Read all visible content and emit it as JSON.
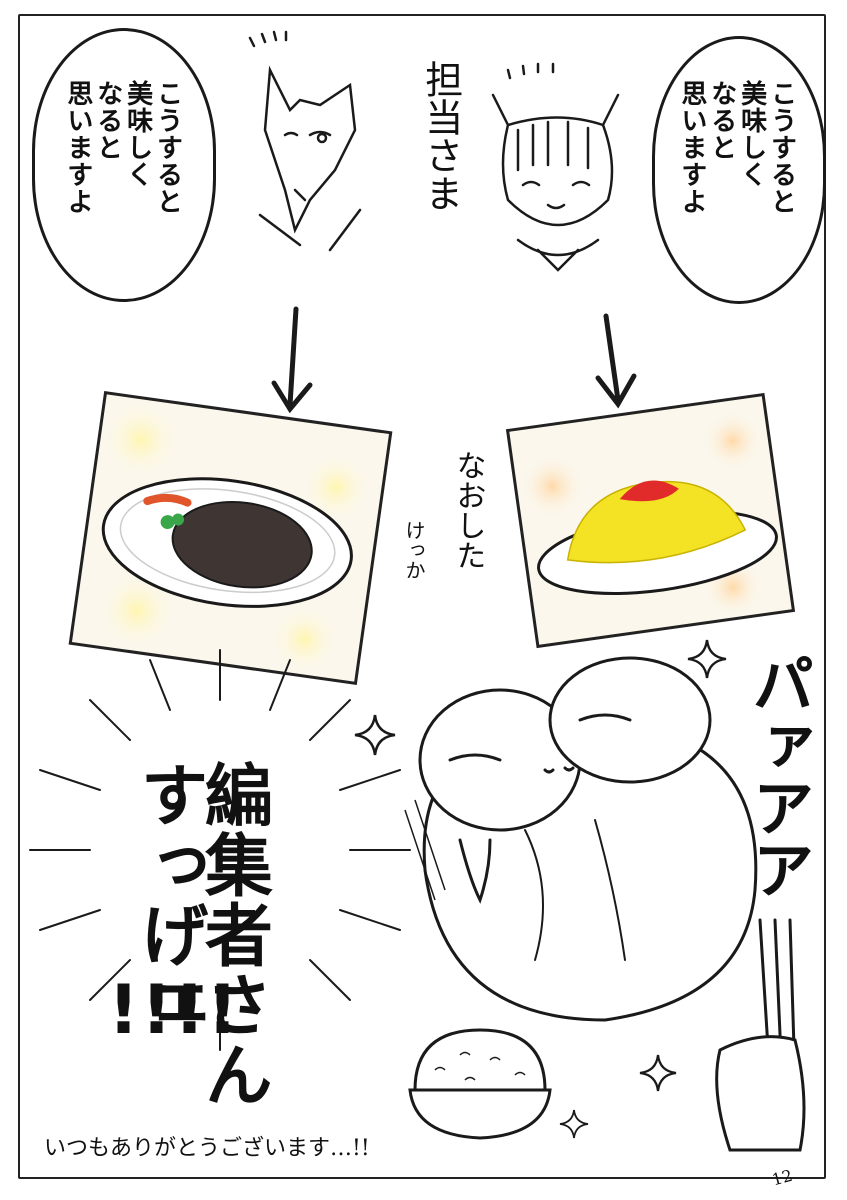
{
  "bubbles": {
    "left": [
      "こうすると",
      "美味しく",
      "なると",
      "思いますよ"
    ],
    "right": [
      "こうすると",
      "美味しく",
      "なると",
      "思いますよ"
    ]
  },
  "captions": {
    "tantou": "担当さま",
    "naoshita": "なおした",
    "kekka": "けっか",
    "pa": "パァアア",
    "main_col1": "編集者さん",
    "main_col2": "すっげェ",
    "exclaim": "!!!!",
    "footer": "いつもありがとうございます…!!",
    "page_number": "12"
  },
  "colors": {
    "ink": "#1a1a1a",
    "plate": "#ffffff",
    "hamburg": "#3f3633",
    "omelet": "#f4e224",
    "ketchup": "#e12a2a",
    "glow": "#fff1a8"
  }
}
